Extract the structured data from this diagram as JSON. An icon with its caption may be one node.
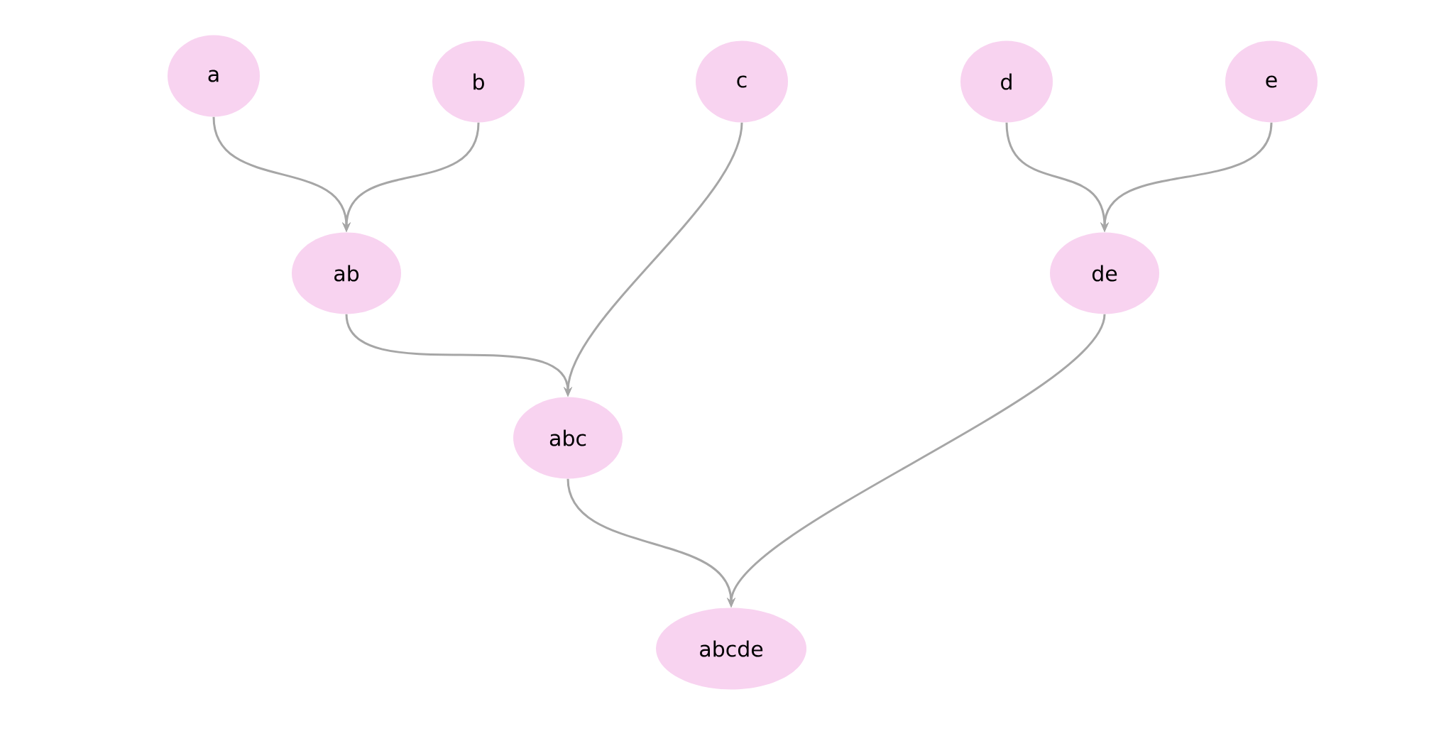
{
  "diagram": {
    "nodes": [
      {
        "text": [
          "a"
        ]
      },
      {
        "text": [
          "b"
        ]
      },
      {
        "text": [
          "c"
        ]
      },
      {
        "text": [
          "d"
        ]
      },
      {
        "text": [
          "e"
        ]
      },
      {
        "text": [
          "ab"
        ]
      },
      {
        "text": [
          "de"
        ]
      },
      {
        "text": [
          "abc"
        ]
      },
      {
        "text": [
          "abcde"
        ]
      }
    ],
    "edges": [
      {
        "from": 0,
        "to": 5,
        "arrow": "to"
      },
      {
        "from": 1,
        "to": 5,
        "arrow": "to"
      },
      {
        "from": 3,
        "to": 6,
        "arrow": "to"
      },
      {
        "from": 4,
        "to": 6,
        "arrow": "to"
      },
      {
        "from": 5,
        "to": 7,
        "arrow": "to"
      },
      {
        "from": 2,
        "to": 7,
        "arrow": "to"
      },
      {
        "from": 7,
        "to": 8,
        "arrow": "to"
      },
      {
        "from": 6,
        "to": 8,
        "arrow": "to"
      }
    ]
  }
}
